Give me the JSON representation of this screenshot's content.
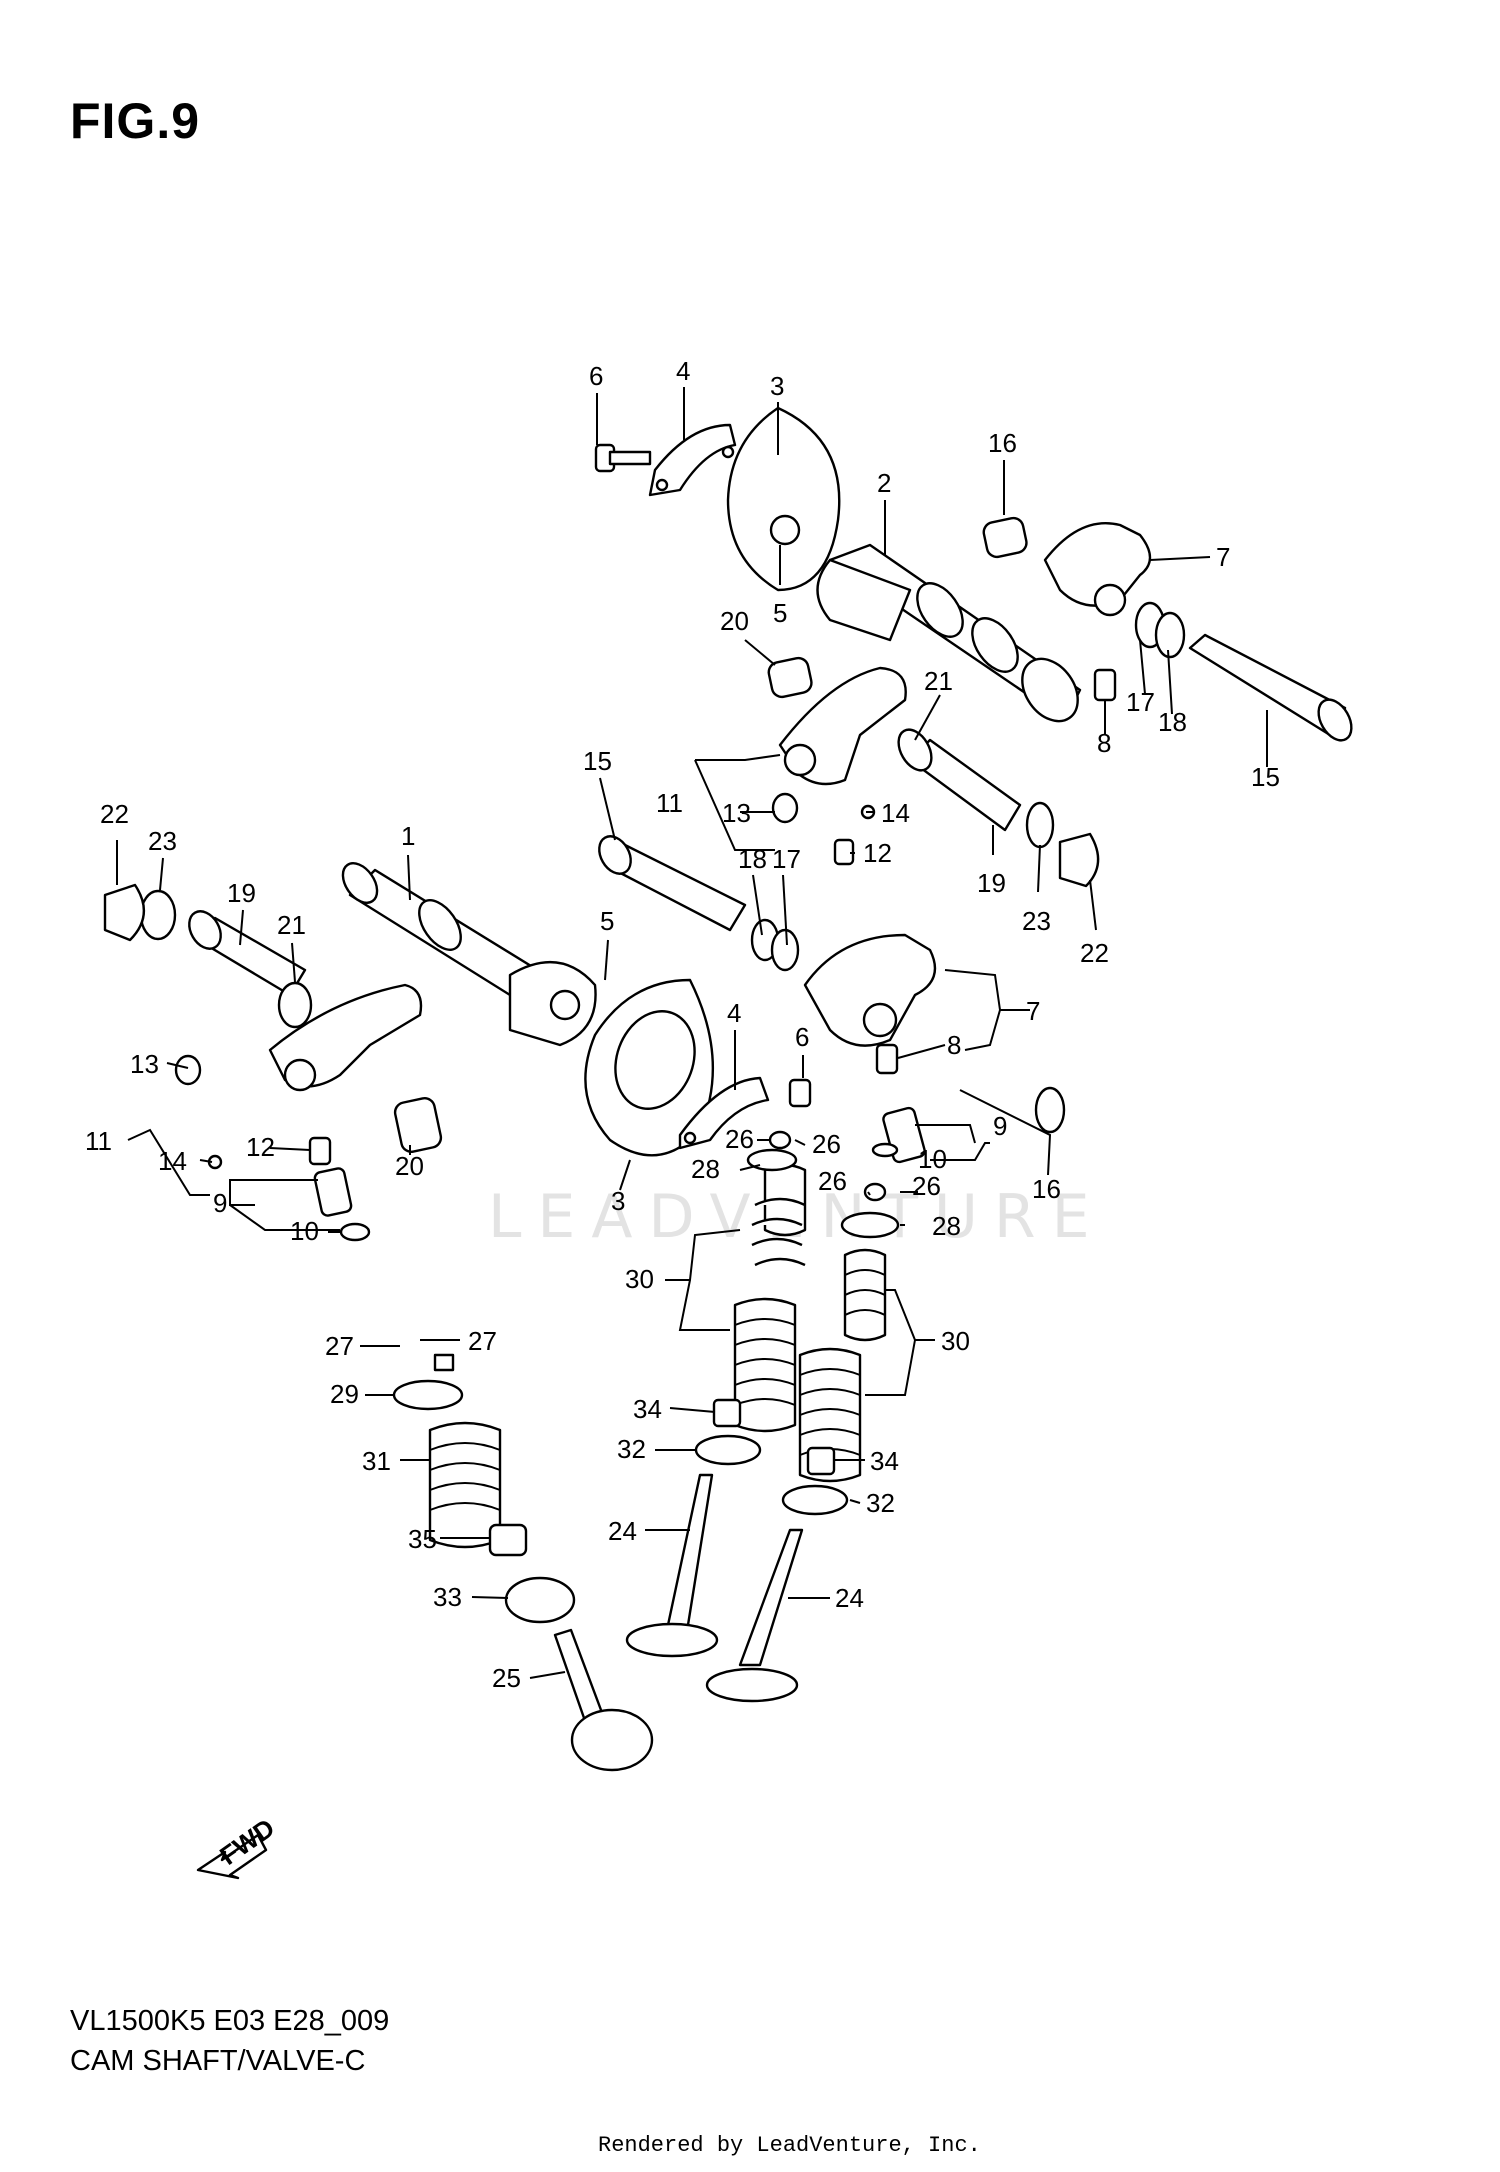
{
  "figure": {
    "title": "FIG.9",
    "model_code": "VL1500K5 E03 E28_009",
    "caption": "CAM SHAFT/VALVE-C",
    "watermark": "LEADVENTURE",
    "fwd_label": "FWD",
    "rendered_by": "Rendered by LeadVenture, Inc."
  },
  "callouts": [
    {
      "n": "6"
    },
    {
      "n": "4"
    },
    {
      "n": "3"
    },
    {
      "n": "16"
    },
    {
      "n": "2"
    },
    {
      "n": "7"
    },
    {
      "n": "5"
    },
    {
      "n": "20"
    },
    {
      "n": "17"
    },
    {
      "n": "18"
    },
    {
      "n": "8"
    },
    {
      "n": "15"
    },
    {
      "n": "21"
    },
    {
      "n": "15"
    },
    {
      "n": "11"
    },
    {
      "n": "13"
    },
    {
      "n": "14"
    },
    {
      "n": "12"
    },
    {
      "n": "18"
    },
    {
      "n": "17"
    },
    {
      "n": "19"
    },
    {
      "n": "23"
    },
    {
      "n": "22"
    },
    {
      "n": "22"
    },
    {
      "n": "23"
    },
    {
      "n": "19"
    },
    {
      "n": "1"
    },
    {
      "n": "21"
    },
    {
      "n": "5"
    },
    {
      "n": "4"
    },
    {
      "n": "7"
    },
    {
      "n": "6"
    },
    {
      "n": "8"
    },
    {
      "n": "13"
    },
    {
      "n": "11"
    },
    {
      "n": "14"
    },
    {
      "n": "16"
    },
    {
      "n": "9"
    },
    {
      "n": "10"
    },
    {
      "n": "26"
    },
    {
      "n": "26"
    },
    {
      "n": "12"
    },
    {
      "n": "20"
    },
    {
      "n": "28"
    },
    {
      "n": "26"
    },
    {
      "n": "26"
    },
    {
      "n": "3"
    },
    {
      "n": "9"
    },
    {
      "n": "10"
    },
    {
      "n": "28"
    },
    {
      "n": "30"
    },
    {
      "n": "30"
    },
    {
      "n": "27"
    },
    {
      "n": "27"
    },
    {
      "n": "29"
    },
    {
      "n": "34"
    },
    {
      "n": "32"
    },
    {
      "n": "34"
    },
    {
      "n": "31"
    },
    {
      "n": "32"
    },
    {
      "n": "24"
    },
    {
      "n": "35"
    },
    {
      "n": "24"
    },
    {
      "n": "33"
    },
    {
      "n": "25"
    }
  ]
}
